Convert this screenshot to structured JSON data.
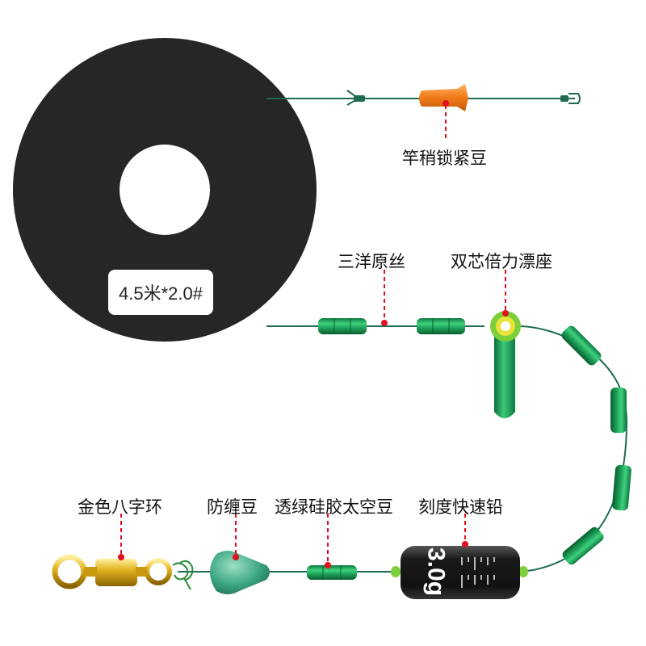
{
  "spool": {
    "spec_label": "4.5米*2.0#"
  },
  "labels": {
    "rod_tip_bead": "竿稍锁紧豆",
    "main_line": "三洋原丝",
    "float_seat": "双芯倍力漂座",
    "swivel": "金色八字环",
    "anti_tangle_bead": "防缠豆",
    "space_beans": "透绿硅胶太空豆",
    "sinker": "刻度快速铅"
  },
  "sinker": {
    "weight_text": "3.0g"
  },
  "colors": {
    "line": "#1f6b52",
    "bead_green": "#1fa35a",
    "spool_black": "#262626",
    "marker_red": "#e0101e",
    "orange_bead": "#f07a18",
    "gold": "#d4a017"
  }
}
